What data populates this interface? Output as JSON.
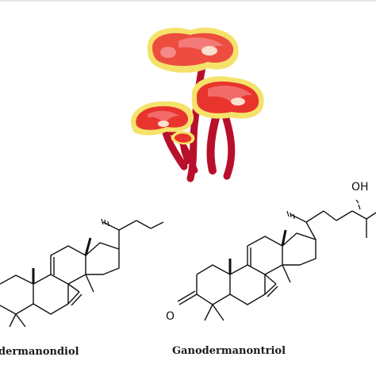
{
  "compounds": [
    {
      "name": "dermanondiol"
    },
    {
      "name": "Ganodermanontriol"
    }
  ],
  "atoms": {
    "hydroxyl": "OH",
    "ketone_oxygen": "O"
  },
  "icon": "lingzhi-mushroom-icon",
  "colors": {
    "cap_red": "#e8342c",
    "cap_pink": "#f26a6a",
    "cap_rim": "#f5e26a",
    "stem": "#c8102e",
    "bond": "#111111"
  }
}
